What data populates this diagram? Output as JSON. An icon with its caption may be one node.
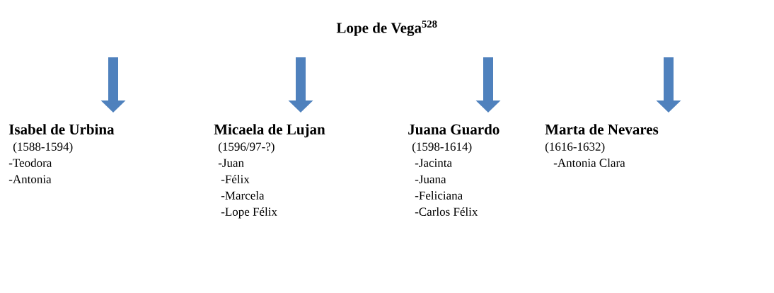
{
  "diagram": {
    "nodes": [
      {
        "text": [
          "Lope de Vega$^{528}$"
        ]
      },
      {
        "text": [
          "Isabel de Urbina",
          "(1588-1594)",
          "-Teodora",
          "-Antonia"
        ]
      },
      {
        "text": [
          "Micaela de Lujan",
          "(1596/97-?)",
          "-Juan",
          "-Félix",
          "-Marcela",
          "-Lope Félix"
        ]
      },
      {
        "text": [
          "Juana Guardo",
          "(1598-1614)",
          "-Jacinta",
          "-Juana",
          "-Feliciana",
          "-Carlos Félix"
        ]
      },
      {
        "text": [
          "Marta de Nevares",
          "(1616-1632)",
          "-Antonia Clara"
        ]
      }
    ],
    "edges": [
      {
        "from": null,
        "to": 1,
        "arrow": "to"
      },
      {
        "from": null,
        "to": 2,
        "arrow": "to"
      },
      {
        "from": null,
        "to": 3,
        "arrow": "to"
      },
      {
        "from": null,
        "to": 4,
        "arrow": "to"
      }
    ]
  }
}
